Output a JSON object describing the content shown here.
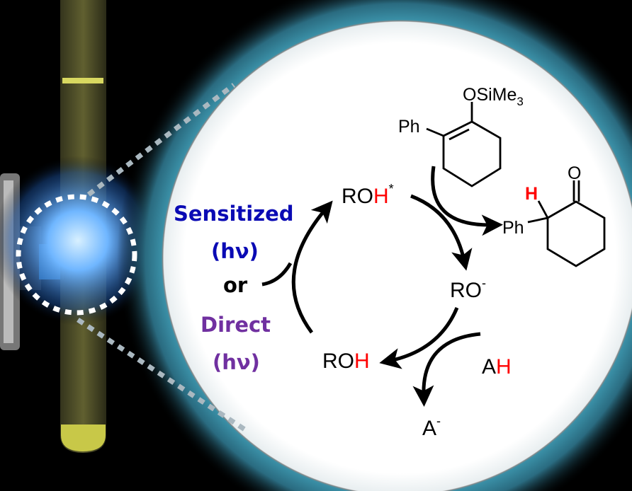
{
  "conditions": {
    "sensitized": "Sensitized",
    "hv1": "(hν)",
    "or": "or",
    "direct": "Direct",
    "hv2": "(hν)"
  },
  "cycle": {
    "roh_star_ro": "RO",
    "roh_star_h": "H",
    "roh_star_mark": "*",
    "ro_minus": "RO",
    "ro_minus_charge": "-",
    "roh_ro": "RO",
    "roh_h": "H",
    "ah_a": "A",
    "ah_h": "H",
    "a_minus": "A",
    "a_minus_charge": "-"
  },
  "substrate": {
    "group": "OSiMe",
    "group_sub": "3",
    "ph": "Ph"
  },
  "product": {
    "h": "H",
    "ph": "Ph",
    "o": "O"
  },
  "colors": {
    "sensitized": "#0a0ab4",
    "direct": "#7030a0",
    "highlight_h": "#ff0000",
    "glow": "#2f7f95"
  }
}
